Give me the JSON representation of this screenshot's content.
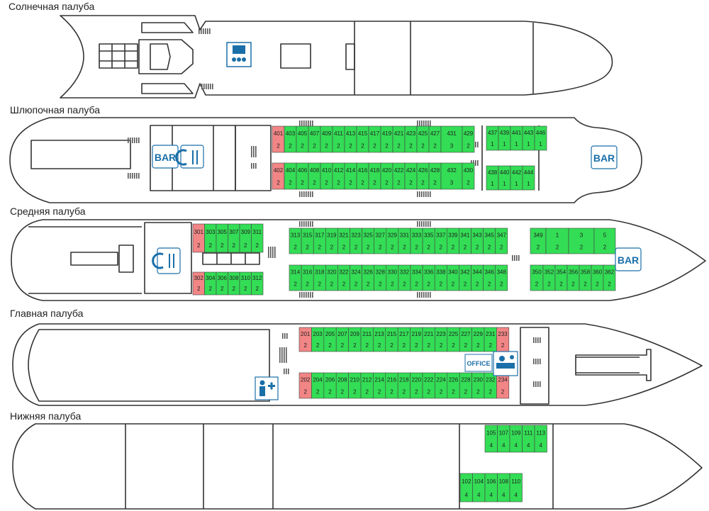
{
  "decks": [
    {
      "label": "Солнечная палуба",
      "cabins": []
    },
    {
      "label": "Шлюпочная палуба",
      "cabins": [
        {
          "n": "401",
          "c": "2",
          "s": "occupied"
        },
        {
          "n": "403",
          "c": "2",
          "s": "available"
        },
        {
          "n": "405",
          "c": "2",
          "s": "available"
        },
        {
          "n": "407",
          "c": "2",
          "s": "available"
        },
        {
          "n": "409",
          "c": "2",
          "s": "available"
        },
        {
          "n": "411",
          "c": "2",
          "s": "available"
        },
        {
          "n": "413",
          "c": "2",
          "s": "available"
        },
        {
          "n": "415",
          "c": "2",
          "s": "available"
        },
        {
          "n": "417",
          "c": "2",
          "s": "available"
        },
        {
          "n": "419",
          "c": "2",
          "s": "available"
        },
        {
          "n": "421",
          "c": "2",
          "s": "available"
        },
        {
          "n": "423",
          "c": "2",
          "s": "available"
        },
        {
          "n": "425",
          "c": "2",
          "s": "available"
        },
        {
          "n": "427",
          "c": "2",
          "s": "available"
        },
        {
          "n": "431",
          "c": "3",
          "s": "available"
        },
        {
          "n": "429",
          "c": "2",
          "s": "available"
        },
        {
          "n": "437",
          "c": "1",
          "s": "available"
        },
        {
          "n": "439",
          "c": "1",
          "s": "available"
        },
        {
          "n": "441",
          "c": "1",
          "s": "available"
        },
        {
          "n": "443",
          "c": "1",
          "s": "available"
        },
        {
          "n": "446",
          "c": "1",
          "s": "available"
        },
        {
          "n": "402",
          "c": "2",
          "s": "occupied"
        },
        {
          "n": "404",
          "c": "2",
          "s": "available"
        },
        {
          "n": "406",
          "c": "2",
          "s": "available"
        },
        {
          "n": "408",
          "c": "2",
          "s": "available"
        },
        {
          "n": "410",
          "c": "2",
          "s": "available"
        },
        {
          "n": "412",
          "c": "2",
          "s": "available"
        },
        {
          "n": "414",
          "c": "2",
          "s": "available"
        },
        {
          "n": "416",
          "c": "2",
          "s": "available"
        },
        {
          "n": "418",
          "c": "2",
          "s": "available"
        },
        {
          "n": "420",
          "c": "2",
          "s": "available"
        },
        {
          "n": "422",
          "c": "2",
          "s": "available"
        },
        {
          "n": "424",
          "c": "2",
          "s": "available"
        },
        {
          "n": "426",
          "c": "2",
          "s": "available"
        },
        {
          "n": "428",
          "c": "2",
          "s": "available"
        },
        {
          "n": "432",
          "c": "3",
          "s": "available"
        },
        {
          "n": "430",
          "c": "2",
          "s": "available"
        },
        {
          "n": "438",
          "c": "1",
          "s": "available"
        },
        {
          "n": "440",
          "c": "1",
          "s": "available"
        },
        {
          "n": "442",
          "c": "1",
          "s": "available"
        },
        {
          "n": "444",
          "c": "1",
          "s": "available"
        }
      ]
    },
    {
      "label": "Средняя палуба",
      "cabins": [
        {
          "n": "301",
          "c": "2",
          "s": "occupied"
        },
        {
          "n": "303",
          "c": "2",
          "s": "available"
        },
        {
          "n": "305",
          "c": "2",
          "s": "available"
        },
        {
          "n": "307",
          "c": "2",
          "s": "available"
        },
        {
          "n": "309",
          "c": "2",
          "s": "available"
        },
        {
          "n": "311",
          "c": "2",
          "s": "available"
        },
        {
          "n": "302",
          "c": "2",
          "s": "occupied"
        },
        {
          "n": "304",
          "c": "2",
          "s": "available"
        },
        {
          "n": "306",
          "c": "2",
          "s": "available"
        },
        {
          "n": "308",
          "c": "2",
          "s": "available"
        },
        {
          "n": "310",
          "c": "2",
          "s": "available"
        },
        {
          "n": "312",
          "c": "2",
          "s": "available"
        },
        {
          "n": "313",
          "c": "2",
          "s": "available"
        },
        {
          "n": "315",
          "c": "2",
          "s": "available"
        },
        {
          "n": "317",
          "c": "2",
          "s": "available"
        },
        {
          "n": "319",
          "c": "2",
          "s": "available"
        },
        {
          "n": "321",
          "c": "2",
          "s": "available"
        },
        {
          "n": "323",
          "c": "2",
          "s": "available"
        },
        {
          "n": "325",
          "c": "2",
          "s": "available"
        },
        {
          "n": "327",
          "c": "2",
          "s": "available"
        },
        {
          "n": "329",
          "c": "2",
          "s": "available"
        },
        {
          "n": "331",
          "c": "2",
          "s": "available"
        },
        {
          "n": "333",
          "c": "2",
          "s": "available"
        },
        {
          "n": "335",
          "c": "2",
          "s": "available"
        },
        {
          "n": "337",
          "c": "2",
          "s": "available"
        },
        {
          "n": "339",
          "c": "2",
          "s": "available"
        },
        {
          "n": "341",
          "c": "2",
          "s": "available"
        },
        {
          "n": "343",
          "c": "2",
          "s": "available"
        },
        {
          "n": "345",
          "c": "2",
          "s": "available"
        },
        {
          "n": "347",
          "c": "2",
          "s": "available"
        },
        {
          "n": "314",
          "c": "2",
          "s": "available"
        },
        {
          "n": "316",
          "c": "2",
          "s": "available"
        },
        {
          "n": "318",
          "c": "2",
          "s": "available"
        },
        {
          "n": "320",
          "c": "2",
          "s": "available"
        },
        {
          "n": "322",
          "c": "2",
          "s": "available"
        },
        {
          "n": "324",
          "c": "2",
          "s": "available"
        },
        {
          "n": "326",
          "c": "2",
          "s": "available"
        },
        {
          "n": "328",
          "c": "2",
          "s": "available"
        },
        {
          "n": "330",
          "c": "2",
          "s": "available"
        },
        {
          "n": "332",
          "c": "2",
          "s": "available"
        },
        {
          "n": "334",
          "c": "2",
          "s": "available"
        },
        {
          "n": "336",
          "c": "2",
          "s": "available"
        },
        {
          "n": "338",
          "c": "2",
          "s": "available"
        },
        {
          "n": "340",
          "c": "2",
          "s": "available"
        },
        {
          "n": "342",
          "c": "2",
          "s": "available"
        },
        {
          "n": "344",
          "c": "2",
          "s": "available"
        },
        {
          "n": "346",
          "c": "2",
          "s": "available"
        },
        {
          "n": "348",
          "c": "2",
          "s": "available"
        },
        {
          "n": "349",
          "c": "2",
          "s": "available"
        },
        {
          "n": "1",
          "c": "2",
          "s": "available"
        },
        {
          "n": "3",
          "c": "2",
          "s": "available"
        },
        {
          "n": "5",
          "c": "2",
          "s": "available"
        },
        {
          "n": "350",
          "c": "2",
          "s": "available"
        },
        {
          "n": "352",
          "c": "2",
          "s": "available"
        },
        {
          "n": "354",
          "c": "2",
          "s": "available"
        },
        {
          "n": "356",
          "c": "2",
          "s": "available"
        },
        {
          "n": "358",
          "c": "2",
          "s": "available"
        },
        {
          "n": "360",
          "c": "2",
          "s": "available"
        },
        {
          "n": "362",
          "c": "2",
          "s": "available"
        }
      ]
    },
    {
      "label": "Главная палуба",
      "cabins": [
        {
          "n": "201",
          "c": "2",
          "s": "occupied"
        },
        {
          "n": "203",
          "c": "2",
          "s": "available"
        },
        {
          "n": "205",
          "c": "2",
          "s": "available"
        },
        {
          "n": "207",
          "c": "2",
          "s": "available"
        },
        {
          "n": "209",
          "c": "2",
          "s": "available"
        },
        {
          "n": "211",
          "c": "2",
          "s": "available"
        },
        {
          "n": "213",
          "c": "2",
          "s": "available"
        },
        {
          "n": "215",
          "c": "2",
          "s": "available"
        },
        {
          "n": "217",
          "c": "2",
          "s": "available"
        },
        {
          "n": "219",
          "c": "2",
          "s": "available"
        },
        {
          "n": "221",
          "c": "2",
          "s": "available"
        },
        {
          "n": "223",
          "c": "2",
          "s": "available"
        },
        {
          "n": "225",
          "c": "2",
          "s": "available"
        },
        {
          "n": "227",
          "c": "2",
          "s": "available"
        },
        {
          "n": "229",
          "c": "2",
          "s": "available"
        },
        {
          "n": "231",
          "c": "2",
          "s": "available"
        },
        {
          "n": "233",
          "c": "2",
          "s": "occupied"
        },
        {
          "n": "202",
          "c": "2",
          "s": "occupied"
        },
        {
          "n": "204",
          "c": "2",
          "s": "available"
        },
        {
          "n": "206",
          "c": "2",
          "s": "available"
        },
        {
          "n": "208",
          "c": "2",
          "s": "available"
        },
        {
          "n": "210",
          "c": "2",
          "s": "available"
        },
        {
          "n": "212",
          "c": "2",
          "s": "available"
        },
        {
          "n": "214",
          "c": "2",
          "s": "available"
        },
        {
          "n": "216",
          "c": "2",
          "s": "available"
        },
        {
          "n": "218",
          "c": "2",
          "s": "available"
        },
        {
          "n": "220",
          "c": "2",
          "s": "available"
        },
        {
          "n": "222",
          "c": "2",
          "s": "available"
        },
        {
          "n": "224",
          "c": "2",
          "s": "available"
        },
        {
          "n": "226",
          "c": "2",
          "s": "available"
        },
        {
          "n": "228",
          "c": "2",
          "s": "available"
        },
        {
          "n": "230",
          "c": "2",
          "s": "available"
        },
        {
          "n": "232",
          "c": "2",
          "s": "available"
        },
        {
          "n": "234",
          "c": "2",
          "s": "occupied"
        }
      ]
    },
    {
      "label": "Нижняя палуба",
      "cabins": [
        {
          "n": "105",
          "c": "4",
          "s": "available"
        },
        {
          "n": "107",
          "c": "4",
          "s": "available"
        },
        {
          "n": "109",
          "c": "4",
          "s": "available"
        },
        {
          "n": "111",
          "c": "4",
          "s": "available"
        },
        {
          "n": "113",
          "c": "4",
          "s": "available"
        },
        {
          "n": "102",
          "c": "4",
          "s": "available"
        },
        {
          "n": "104",
          "c": "4",
          "s": "available"
        },
        {
          "n": "106",
          "c": "4",
          "s": "available"
        },
        {
          "n": "108",
          "c": "4",
          "s": "available"
        },
        {
          "n": "110",
          "c": "4",
          "s": "available"
        }
      ]
    }
  ],
  "facilities": {
    "bar": "BAR",
    "office": "OFFICE"
  },
  "colors": {
    "available": "#33dd55",
    "occupied": "#f28585",
    "hull": "#333333",
    "icon": "#1a6fa8"
  }
}
